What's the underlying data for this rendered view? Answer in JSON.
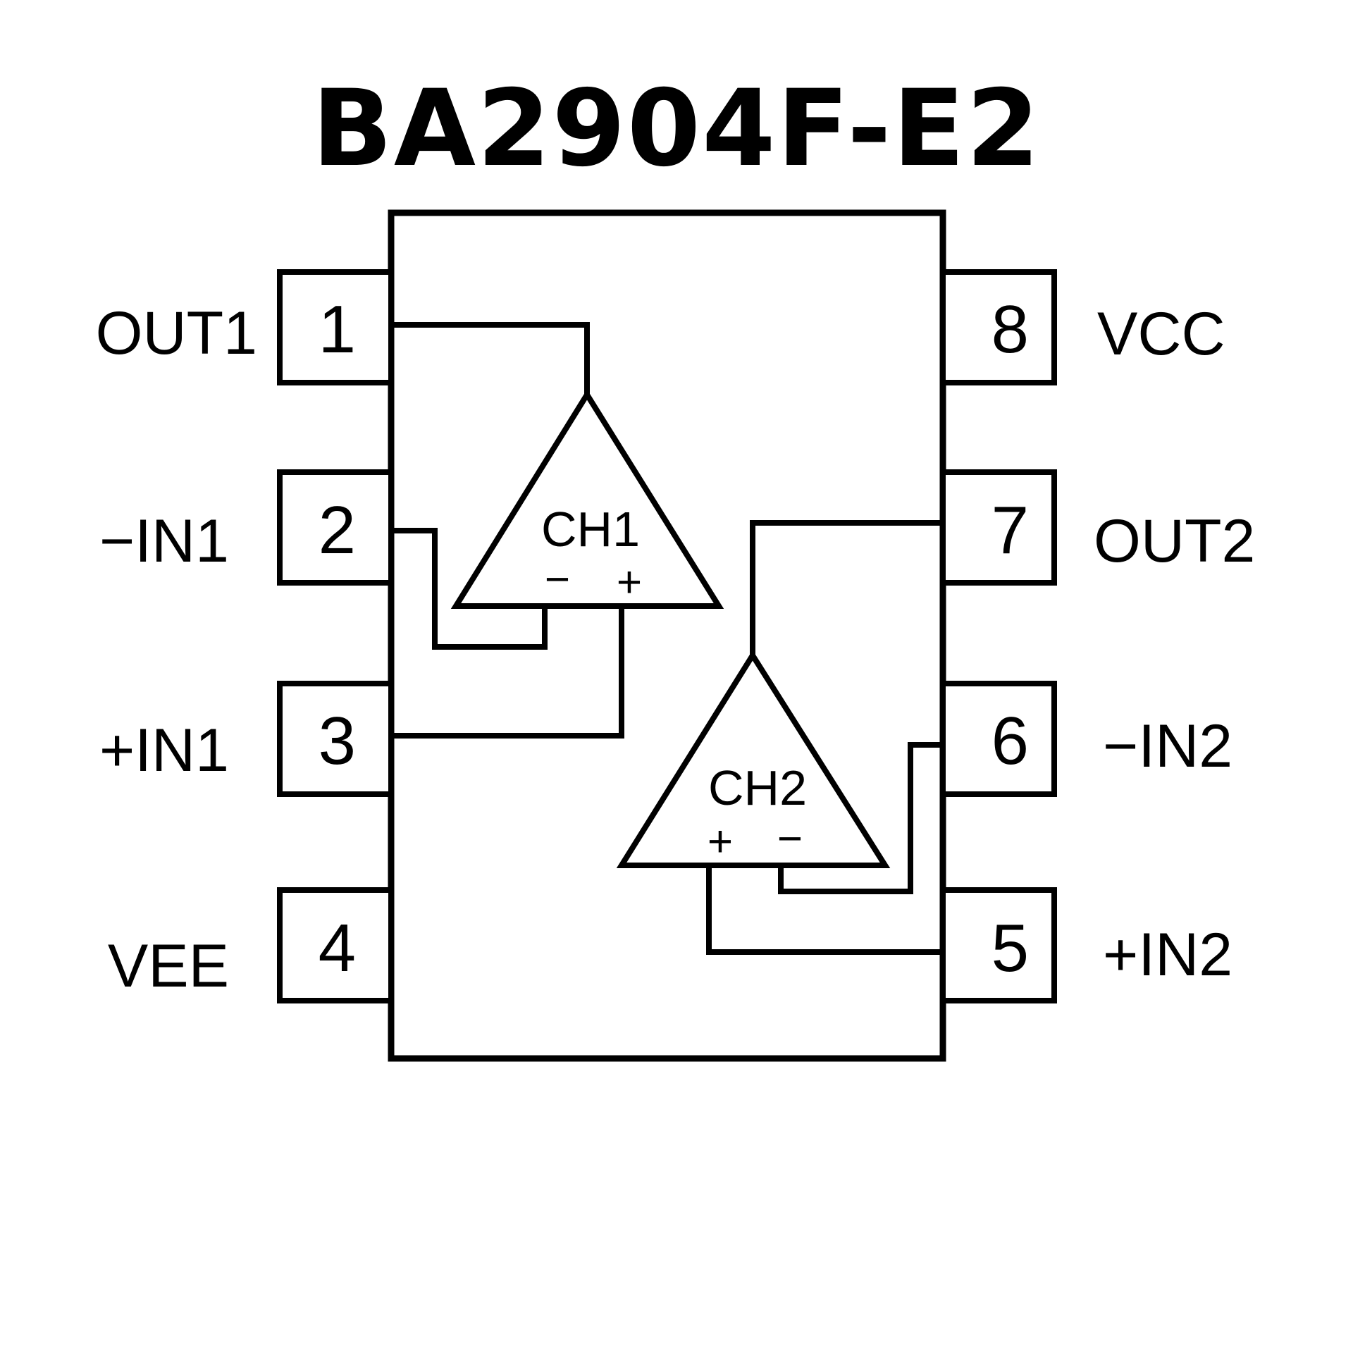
{
  "title": "BA2904F-E2",
  "pins": [
    {
      "number": "1",
      "name": "OUT1",
      "side": "left"
    },
    {
      "number": "2",
      "name": "−IN1",
      "side": "left"
    },
    {
      "number": "3",
      "name": "+IN1",
      "side": "left"
    },
    {
      "number": "4",
      "name": "VEE",
      "side": "left"
    },
    {
      "number": "5",
      "name": "+IN2",
      "side": "right"
    },
    {
      "number": "6",
      "name": "−IN2",
      "side": "right"
    },
    {
      "number": "7",
      "name": "OUT2",
      "side": "right"
    },
    {
      "number": "8",
      "name": "VCC",
      "side": "right"
    }
  ],
  "channels": [
    {
      "name": "CH1",
      "left_input": "−",
      "right_input": "+"
    },
    {
      "name": "CH2",
      "left_input": "+",
      "right_input": "−"
    }
  ]
}
